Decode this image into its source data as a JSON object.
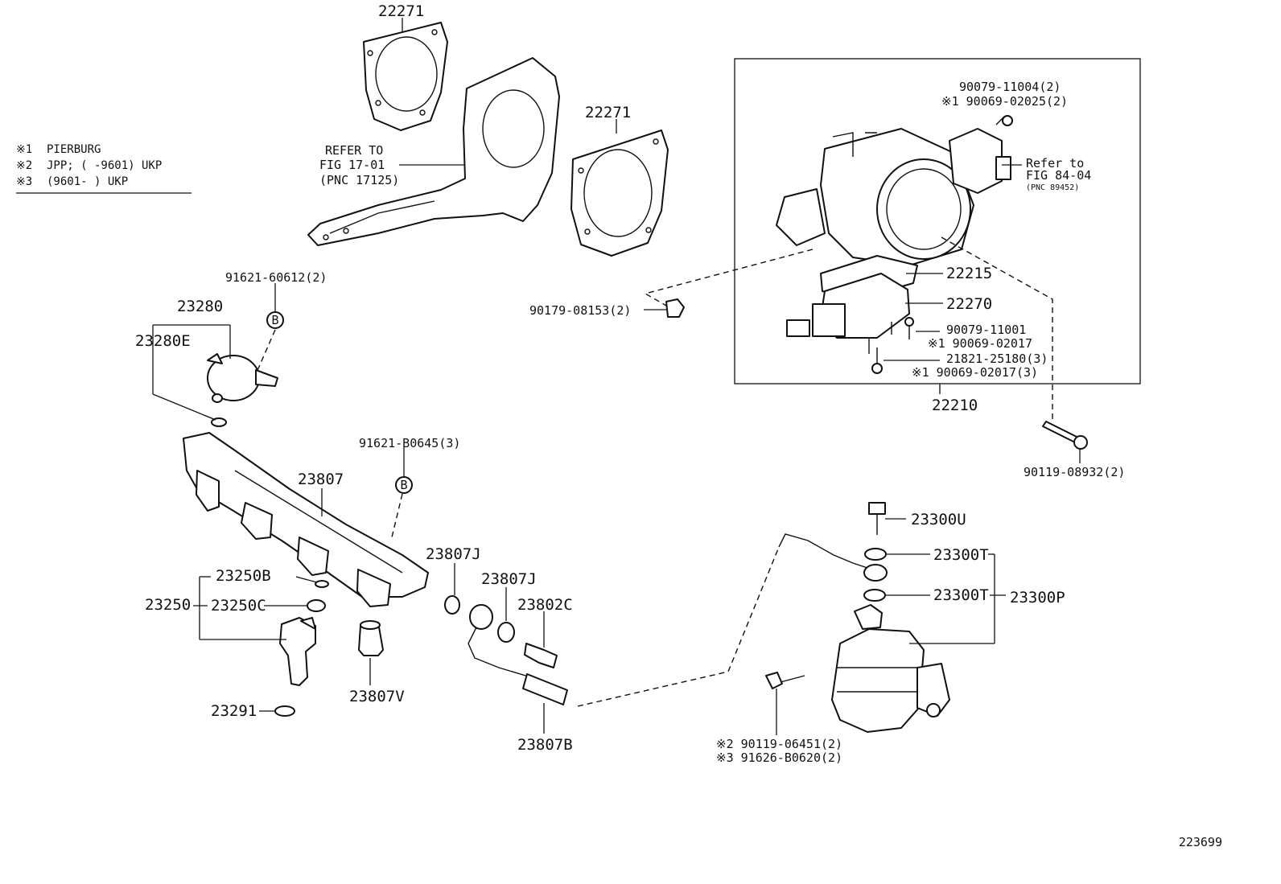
{
  "legend": {
    "note1_mark": "※1",
    "note1_text": "PIERBURG",
    "note2_mark": "※2",
    "note2_text": "JPP; (       -9601) UKP",
    "note3_mark": "※3",
    "note3_text": "(9601-        ) UKP"
  },
  "refer_fig17": {
    "line1": "REFER TO",
    "line2": "FIG 17-01",
    "line3": "(PNC 17125)"
  },
  "refer_fig84": {
    "line1": "Refer to",
    "line2": "FIG 84-04",
    "line3": "(PNC 89452)"
  },
  "callouts": {
    "p22271_a": "22271",
    "p22271_b": "22271",
    "p90079_11004": "90079-11004(2)",
    "p90069_02025": "※1 90069-02025(2)",
    "p22215": "22215",
    "p22270": "22270",
    "p90179_08153": "90179-08153(2)",
    "p90079_11001": "90079-11001",
    "p90069_02017": "※1 90069-02017",
    "p21821_25180": "21821-25180(3)",
    "p90069_02017_3": "※1 90069-02017(3)",
    "p22210": "22210",
    "p90119_08932": "90119-08932(2)",
    "p91621_60612": "91621-60612(2)",
    "p23280": "23280",
    "p23280E": "23280E",
    "p91621_B0645": "91621-B0645(3)",
    "p23807": "23807",
    "p23807J_a": "23807J",
    "p23807J_b": "23807J",
    "p23802C": "23802C",
    "p23250B": "23250B",
    "p23250": "23250",
    "p23250C": "23250C",
    "p23807V": "23807V",
    "p23291": "23291",
    "p23807B": "23807B",
    "p23300U": "23300U",
    "p23300T_a": "23300T",
    "p23300T_b": "23300T",
    "p23300P": "23300P",
    "p90119_06451": "※2 90119-06451(2)",
    "p91626_B0620": "※3 91626-B0620(2)"
  },
  "markers": {
    "b_upper": "B",
    "b_lower": "B"
  },
  "illustration_number": "223699"
}
